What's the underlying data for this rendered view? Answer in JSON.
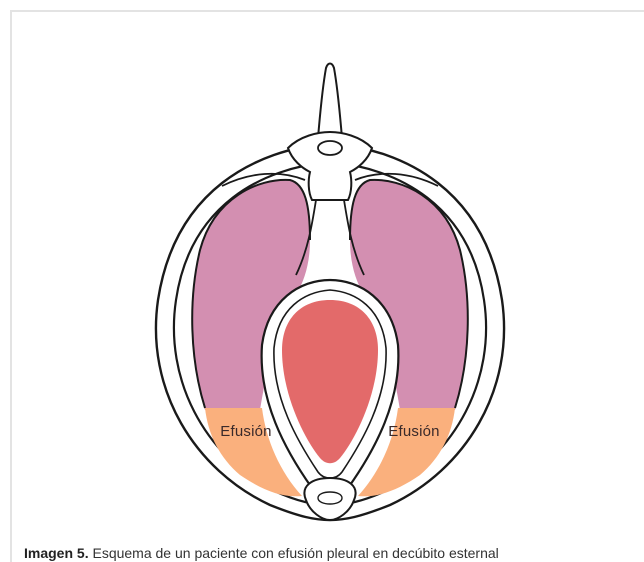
{
  "diagram": {
    "labels": {
      "effusion_left": "Efusión",
      "effusion_right": "Efusión"
    },
    "colors": {
      "lung": "#D38FB1",
      "heart": "#E36A6A",
      "effusion": "#FAB07D",
      "outline": "#1A1A1A",
      "background": "#FFFFFF"
    }
  },
  "caption": {
    "label": "Imagen 5.",
    "text": " Esquema de un paciente con efusión pleural en decúbito esternal"
  }
}
